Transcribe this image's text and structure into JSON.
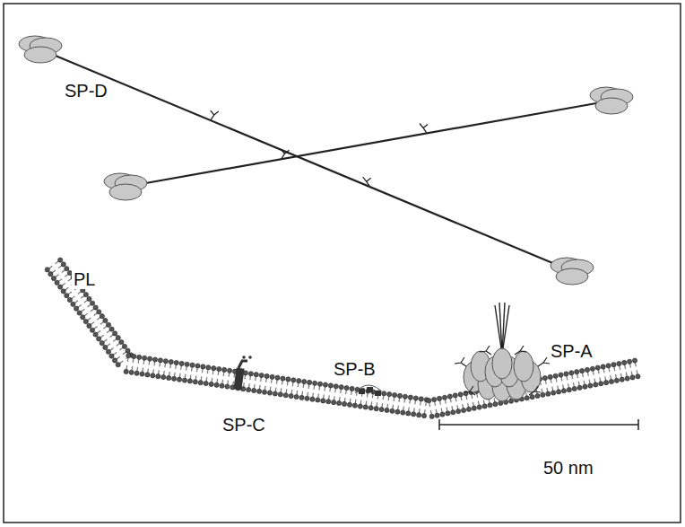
{
  "diagram": {
    "labels": [
      "SP-D",
      "PL",
      "SP-C",
      "SP-B",
      "SP-A",
      "50 nm"
    ]
  }
}
